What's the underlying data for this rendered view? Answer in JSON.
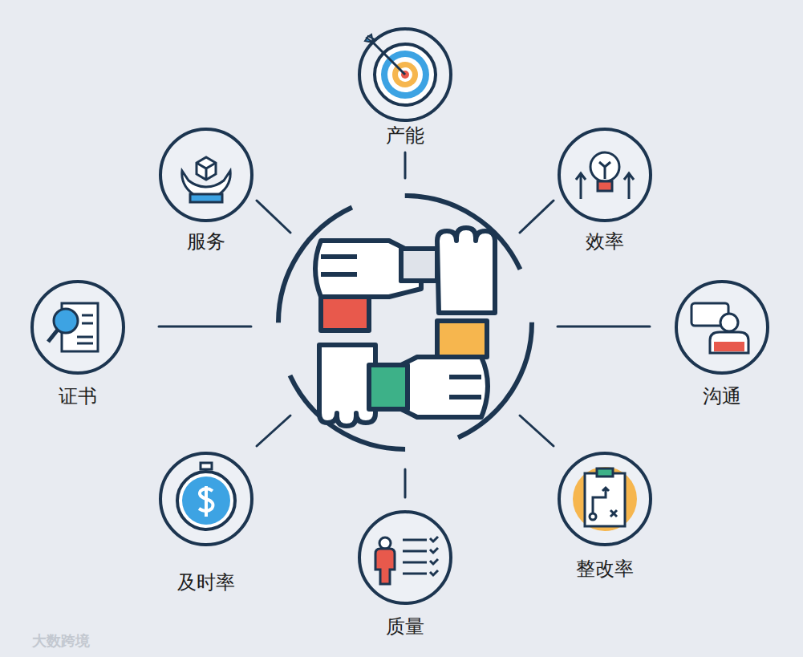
{
  "diagram": {
    "nodes": [
      {
        "text": [
          "产能"
        ]
      },
      {
        "text": [
          "服务"
        ]
      },
      {
        "text": [
          "效率"
        ]
      },
      {
        "text": [
          "证书"
        ]
      },
      {
        "text": [
          "沟通"
        ]
      },
      {
        "text": [
          "及时率"
        ]
      },
      {
        "text": [
          "整改率"
        ]
      },
      {
        "text": [
          "质量"
        ]
      }
    ],
    "labels": [
      "大数跨境"
    ]
  }
}
